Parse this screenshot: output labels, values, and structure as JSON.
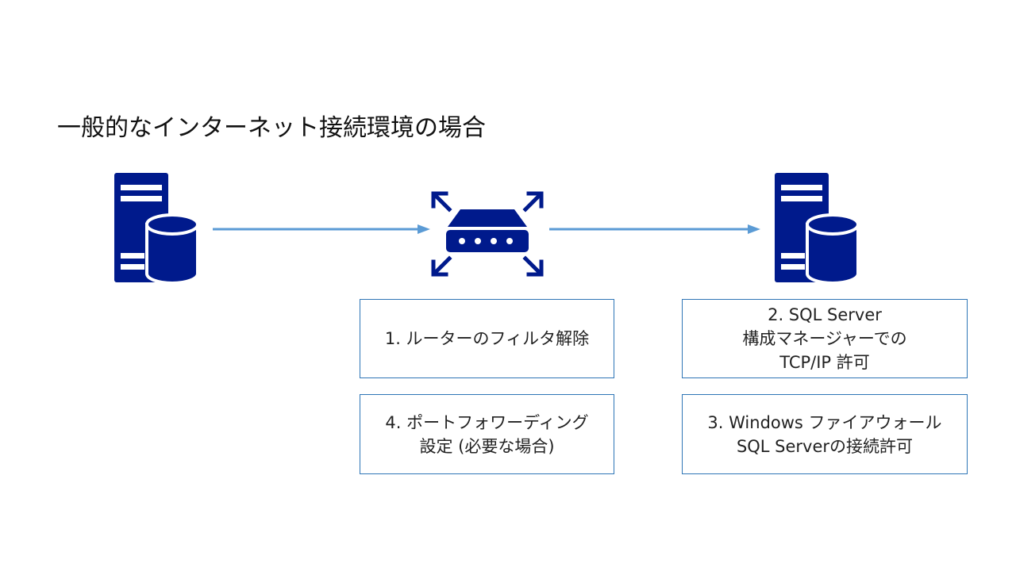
{
  "title": "一般的なインターネット接続環境の場合",
  "colors": {
    "icon": "#001a8c",
    "arrow": "#5b9bd5",
    "box_border": "#2e75b6"
  },
  "icons": {
    "client": "server-database-icon",
    "router": "router-icon",
    "server": "server-database-icon"
  },
  "boxes": {
    "router_filter": {
      "lines": [
        "1. ルーターのフィルタ解除"
      ]
    },
    "sql_config": {
      "lines": [
        "2. SQL Server",
        "構成マネージャーでの",
        "TCP/IP 許可"
      ]
    },
    "windows_firewall": {
      "lines": [
        "3. Windows ファイアウォール",
        "SQL Serverの接続許可"
      ]
    },
    "port_forwarding": {
      "lines": [
        "4. ポートフォワーディング",
        "設定 (必要な場合)"
      ]
    }
  }
}
